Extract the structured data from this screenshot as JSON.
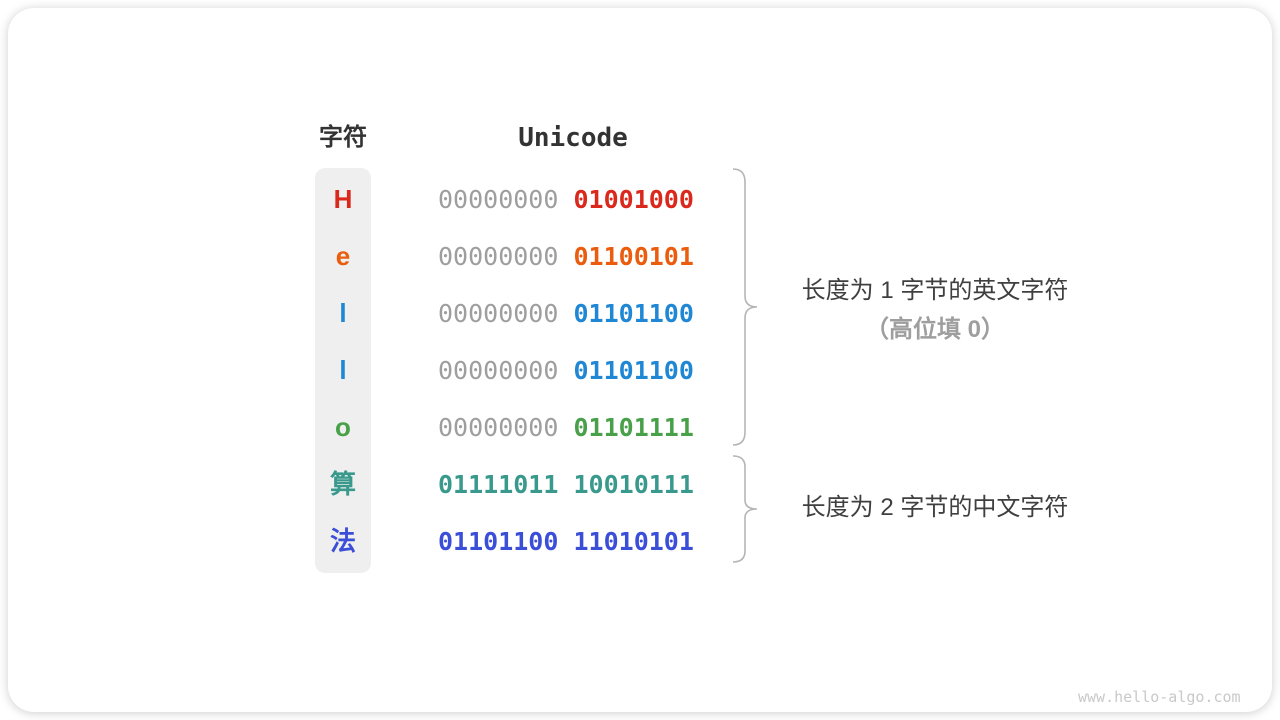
{
  "header": {
    "char_col": "字符",
    "unicode_col": "Unicode"
  },
  "rows": [
    {
      "char": "H",
      "high": "00000000",
      "low": "01001000",
      "color": "#da291c"
    },
    {
      "char": "e",
      "high": "00000000",
      "low": "01100101",
      "color": "#ea5d0f"
    },
    {
      "char": "l",
      "high": "00000000",
      "low": "01101100",
      "color": "#1f87d4"
    },
    {
      "char": "l",
      "high": "00000000",
      "low": "01101100",
      "color": "#1f87d4"
    },
    {
      "char": "o",
      "high": "00000000",
      "low": "01101111",
      "color": "#48a048"
    },
    {
      "char": "算",
      "high": "01111011",
      "low": "10010111",
      "color": "#38998c"
    },
    {
      "char": "法",
      "high": "01101100",
      "low": "11010101",
      "color": "#3a4ed8"
    }
  ],
  "annotations": {
    "english": {
      "line1": "长度为 1 字节的英文字符",
      "line2": "（高位填 0）"
    },
    "chinese": {
      "line1": "长度为 2 字节的中文字符"
    }
  },
  "watermark": "www.hello-algo.com",
  "colors": {
    "gray_bits": "#9e9e9e",
    "char_col_bg": "#efefef",
    "annotation_primary": "#3f3f3f",
    "annotation_secondary": "#9e9e9e",
    "brace": "#b5b5b5",
    "watermark": "#c9c9c9",
    "header_text": "#333333"
  }
}
